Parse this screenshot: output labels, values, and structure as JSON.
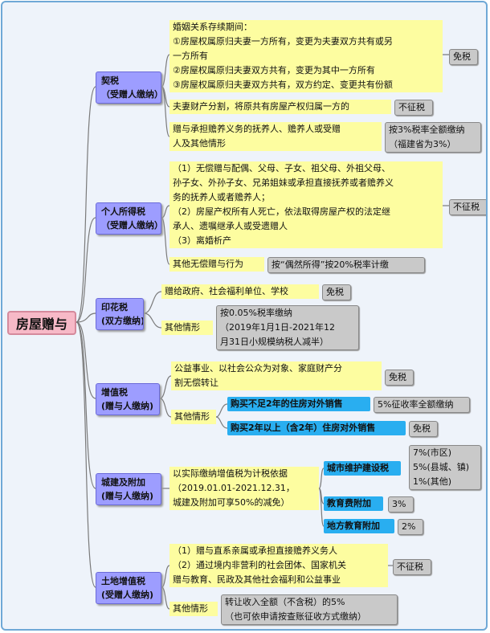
{
  "root": "房屋赠与",
  "contract_tax": {
    "label": [
      "契税",
      "（受赠人缴纳）"
    ],
    "marriage_lines": [
      "婚姻关系存续期间：",
      "①房屋权属原归夫妻一方所有，变更为夫妻双方共有或另",
      "一方所有",
      "②房屋权属原归夫妻双方共有，变更为其中一方所有",
      "③房屋权属原归夫妻双方共有，双方约定、变更共有份额"
    ],
    "marriage_result": "免税",
    "divorce": "夫妻财产分割，将原共有房屋产权归属一方的",
    "divorce_result": "不征税",
    "support_lines": [
      "赠与承担赡养义务的抚养人、赡养人或受赠",
      "人及其他情形"
    ],
    "support_result_lines": [
      "按3%税率全额缴纳",
      "（福建省为3%）"
    ]
  },
  "income_tax": {
    "label": [
      "个人所得税",
      "（受赠人缴纳）"
    ],
    "exempt_lines": [
      "（1）无偿赠与配偶、父母、子女、祖父母、外祖父母、",
      "孙子女、外孙子女、兄弟姐妹或承担直接抚养或者赡养义",
      "务的抚养人或者赡养人；",
      "（2）房屋产权所有人死亡，依法取得房屋产权的法定继",
      "承人、遗嘱继承人或受遗赠人",
      "（3）离婚析产"
    ],
    "exempt_result": "不征税",
    "other": "其他无偿赠与行为",
    "other_result": "按“偶然所得”按20%税率计缴"
  },
  "stamp_tax": {
    "label": [
      "印花税",
      "(双方缴纳)"
    ],
    "gov": "赠给政府、社会福利单位、学校",
    "gov_result": "免税",
    "other": "其他情形",
    "other_result_lines": [
      "按0.05%税率缴纳",
      "（2019年1月1日-2021年12",
      "月31日小规模纳税人减半）"
    ]
  },
  "vat": {
    "label": [
      "增值税",
      "(赠与人缴纳)"
    ],
    "public_lines": [
      "公益事业、以社会公众为对象、家庭财产分",
      "割无偿转让"
    ],
    "public_result": "免税",
    "other": "其他情形",
    "under2": "购买不足2年的住房对外销售",
    "under2_result": "5%征收率全额缴纳",
    "over2": "购买2年以上（含2年）住房对外销售",
    "over2_result": "免税"
  },
  "urban": {
    "label": [
      "城建及附加",
      "(赠与人缴纳)"
    ],
    "basis_lines": [
      "以实际缴纳增值税为计税依据",
      "（2019.01.01-2021.12.31，",
      "城建及附加可享50%的减免）"
    ],
    "maintenance": "城市维护建设税",
    "maintenance_rates": [
      "7%(市区)",
      "5%(县城、镇)",
      "1%(其他)"
    ],
    "education": "教育费附加",
    "education_rate": "3%",
    "local_education": "地方教育附加",
    "local_education_rate": "2%"
  },
  "land_vat": {
    "label": [
      "土地增值税",
      "(受赠人缴纳)"
    ],
    "exempt_lines": [
      "（1）赠与直系亲属或承担直接赡养义务人",
      "（2）通过境内非营利的社会团体、国家机关",
      "赠与教育、民政及其他社会福利和公益事业"
    ],
    "exempt_result": "不征税",
    "other": "其他情形",
    "other_result_lines": [
      "转让收入全额（不含税）的5%",
      "（也可依申请按查账征收方式缴纳）"
    ]
  },
  "colors": {
    "category": "#9d9dff",
    "root": "#f7b9c7",
    "condition": "#fdfda0",
    "result": "#c9c9c9",
    "sub": "#29aef0"
  }
}
